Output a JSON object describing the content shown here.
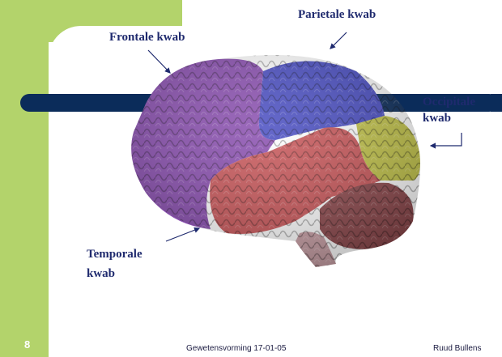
{
  "colors": {
    "accent_green": "#b3d36b",
    "rule_navy": "#0b2c5a",
    "frontal": "#8a4fb0",
    "parietal": "#4a4ec2",
    "occipital": "#c2c34a",
    "temporal": "#c9575a",
    "cerebellum": "#8e4a4e",
    "brainstem": "#c9a0a6"
  },
  "labels": {
    "frontal": "Frontale kwab",
    "parietal": "Parietale kwab",
    "occipital_line1": "Occipitale",
    "occipital_line2": "kwab",
    "temporal_line1": "Temporale",
    "temporal_line2": "kwab"
  },
  "footer": {
    "page_number": "8",
    "center_text": "Gewetensvorming 17-01-05",
    "author": "Ruud Bullens"
  }
}
